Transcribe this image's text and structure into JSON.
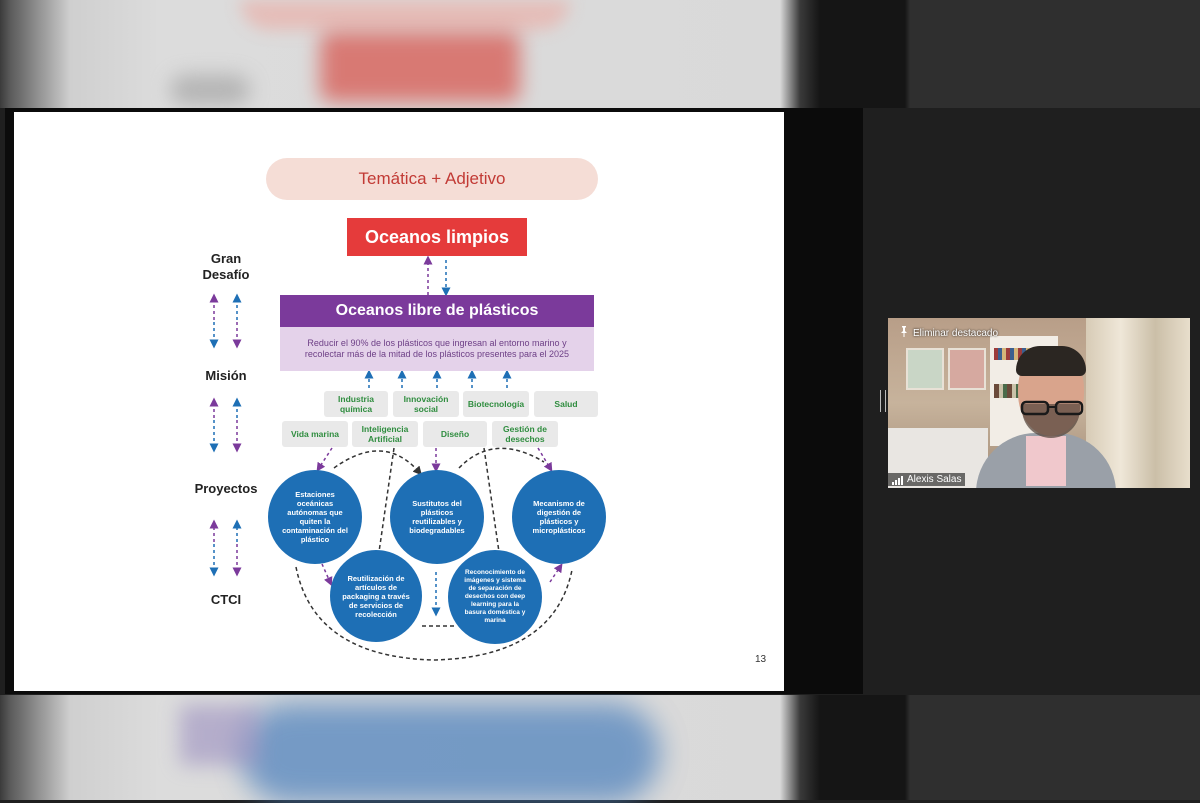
{
  "slide": {
    "title": "Temática + Adjetivo",
    "challenge": "Oceanos limpios",
    "mission": {
      "title": "Oceanos libre de plásticos",
      "description": "Reducir el 90% de los plásticos que ingresan al entorno marino y recolectar más de la mitad de los plásticos presentes para el 2025"
    },
    "levels": {
      "gran": "Gran",
      "desafio": "Desafío",
      "mision": "Misión",
      "proyectos": "Proyectos",
      "ctci": "CTCI"
    },
    "tags_row1": [
      "Industria química",
      "Innovación social",
      "Biotecnología",
      "Salud"
    ],
    "tags_row2": [
      "Vida marina",
      "Inteligencia Artificial",
      "Diseño",
      "Gestión de desechos"
    ],
    "projects": [
      "Estaciones oceánicas autónomas que quiten la contaminación del plástico",
      "Sustitutos del plásticos reutilizables y biodegradables",
      "Mecanismo de digestión de plásticos y microplásticos",
      "Reutilización de artículos de packaging a través de servicios de recolección",
      "Reconocimiento de imágenes y sistema de separación de desechos con deep learning para la basura doméstica y marina"
    ],
    "page_number": "13",
    "colors": {
      "red": "#e53b3b",
      "purple": "#7b3a9b",
      "blue": "#1e6fb5",
      "green_text": "#2f8d3f"
    }
  },
  "video_tile": {
    "pin_label": "Eliminar destacado",
    "participant_name": "Alexis Salas",
    "pin_icon": "pin-icon",
    "signal_icon": "signal-bars-icon"
  }
}
